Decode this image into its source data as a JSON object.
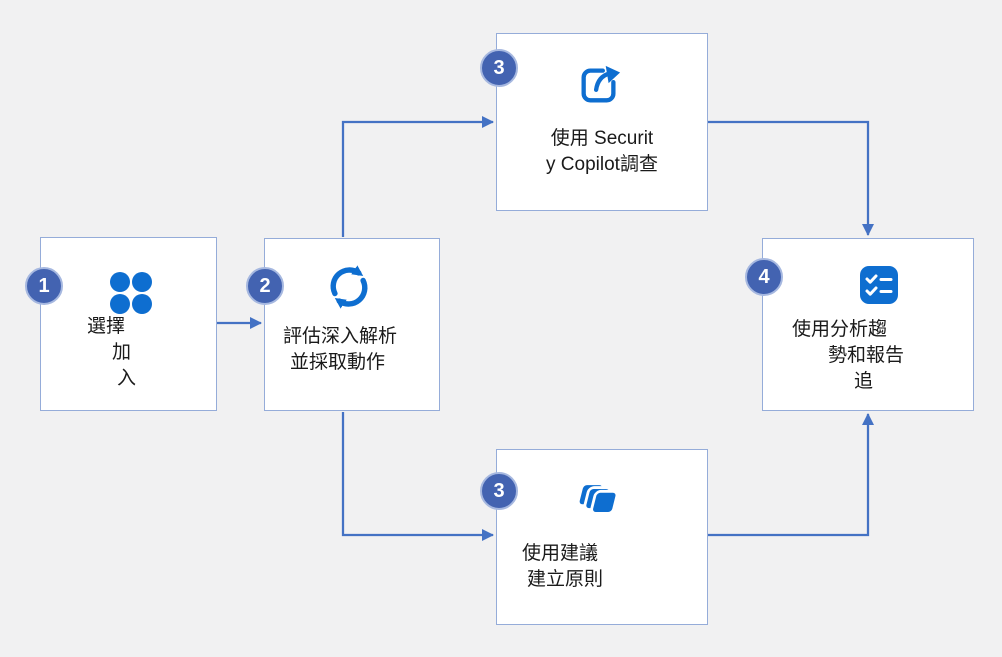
{
  "diagram": {
    "title": "Security workflow diagram",
    "colors": {
      "bg": "#f1f1f2",
      "box-fill": "#ffffff",
      "box-border": "#95acd9",
      "connector": "#4472c4",
      "badge": "#4363b1",
      "badge-ring": "#a6b8e0",
      "icon": "#0e6ed0",
      "text": "#1a1a1a"
    },
    "steps": [
      {
        "number": "1",
        "icon": "dots-grid-icon",
        "lines": [
          "選擇",
          "加",
          "入"
        ]
      },
      {
        "number": "2",
        "icon": "sync-icon",
        "lines": [
          "評估深入解析",
          "並採取動作"
        ]
      },
      {
        "number": "3",
        "icon": "share-icon",
        "lines": [
          "使用 Securit",
          "y Copilot調查"
        ]
      },
      {
        "number": "3",
        "icon": "layers-icon",
        "lines": [
          "使用建議",
          "建立原則"
        ]
      },
      {
        "number": "4",
        "icon": "checklist-icon",
        "lines": [
          "使用分析趨",
          "勢和報告",
          "追"
        ]
      }
    ]
  }
}
